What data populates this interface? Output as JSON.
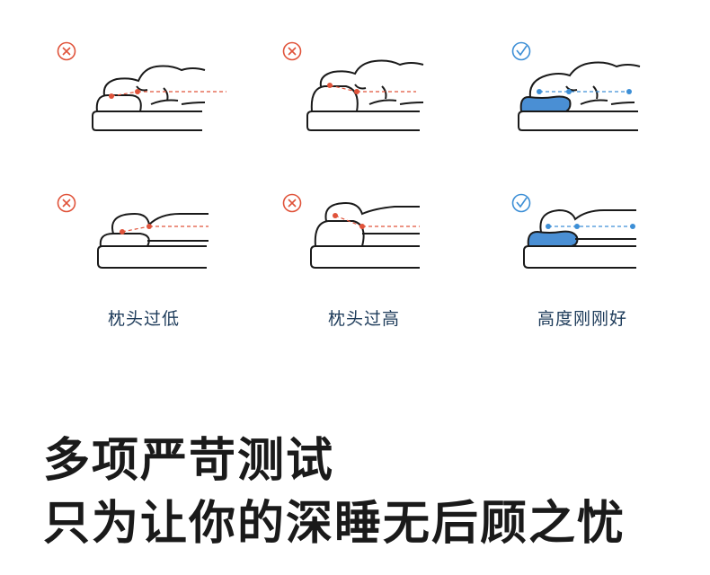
{
  "colors": {
    "wrong": "#e0533a",
    "right": "#3d8fd6",
    "pillow_fill": "#4a8fd4",
    "outline": "#1a1a1a",
    "label_text": "#1d3b5a"
  },
  "panels": [
    {
      "status": "wrong",
      "icon": "cross-circle-icon",
      "posture": "back-sleeping",
      "pillow": "too-low"
    },
    {
      "status": "wrong",
      "icon": "cross-circle-icon",
      "posture": "back-sleeping",
      "pillow": "too-high"
    },
    {
      "status": "right",
      "icon": "check-circle-icon",
      "posture": "back-sleeping",
      "pillow": "just-right"
    },
    {
      "status": "wrong",
      "icon": "cross-circle-icon",
      "posture": "side-sleeping",
      "pillow": "too-low"
    },
    {
      "status": "wrong",
      "icon": "cross-circle-icon",
      "posture": "side-sleeping",
      "pillow": "too-high"
    },
    {
      "status": "right",
      "icon": "check-circle-icon",
      "posture": "side-sleeping",
      "pillow": "just-right"
    }
  ],
  "labels": {
    "too_low": "枕头过低",
    "too_high": "枕头过高",
    "just_right": "高度刚刚好"
  },
  "headline": {
    "line1": "多项严苛测试",
    "line2": "只为让你的深睡无后顾之忧"
  }
}
